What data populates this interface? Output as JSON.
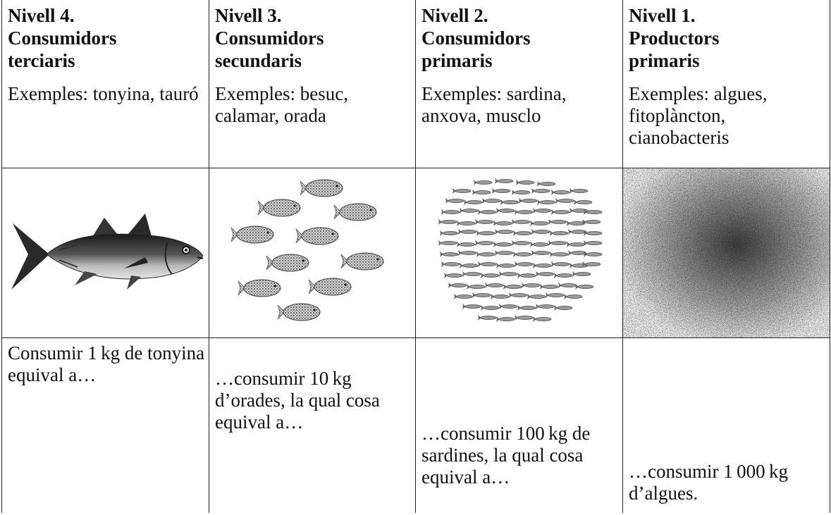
{
  "levels": [
    {
      "title_line1": "Nivell 4.",
      "title_line2": "Consumidors",
      "title_line3": "terciaris",
      "examples": "Exemples: tonyina, tauró",
      "illustration_icon": "tuna-fish-illustration",
      "consumption_text": "Consumir 1 kg de tonyina equival a…"
    },
    {
      "title_line1": "Nivell 3.",
      "title_line2": "Consumidors",
      "title_line3": "secundaris",
      "examples": "Exemples: besuc, calamar, orada",
      "illustration_icon": "fish-school-illustration",
      "consumption_text": "…consumir 10 kg d’orades, la qual cosa equival a…"
    },
    {
      "title_line1": "Nivell 2.",
      "title_line2": "Consumidors",
      "title_line3": "primaris",
      "examples": "Exemples: sardina, anxova, musclo",
      "illustration_icon": "sardine-shoal-illustration",
      "consumption_text": "…consumir 100 kg de sardines, la qual cosa equival a…"
    },
    {
      "title_line1": "Nivell 1.",
      "title_line2": "Productors",
      "title_line3": "primaris",
      "examples": "Exemples: algues, fitoplàncton, cianobacteris",
      "illustration_icon": "phytoplankton-texture-illustration",
      "consumption_text": "…consumir 1 000 kg d’algues."
    }
  ]
}
